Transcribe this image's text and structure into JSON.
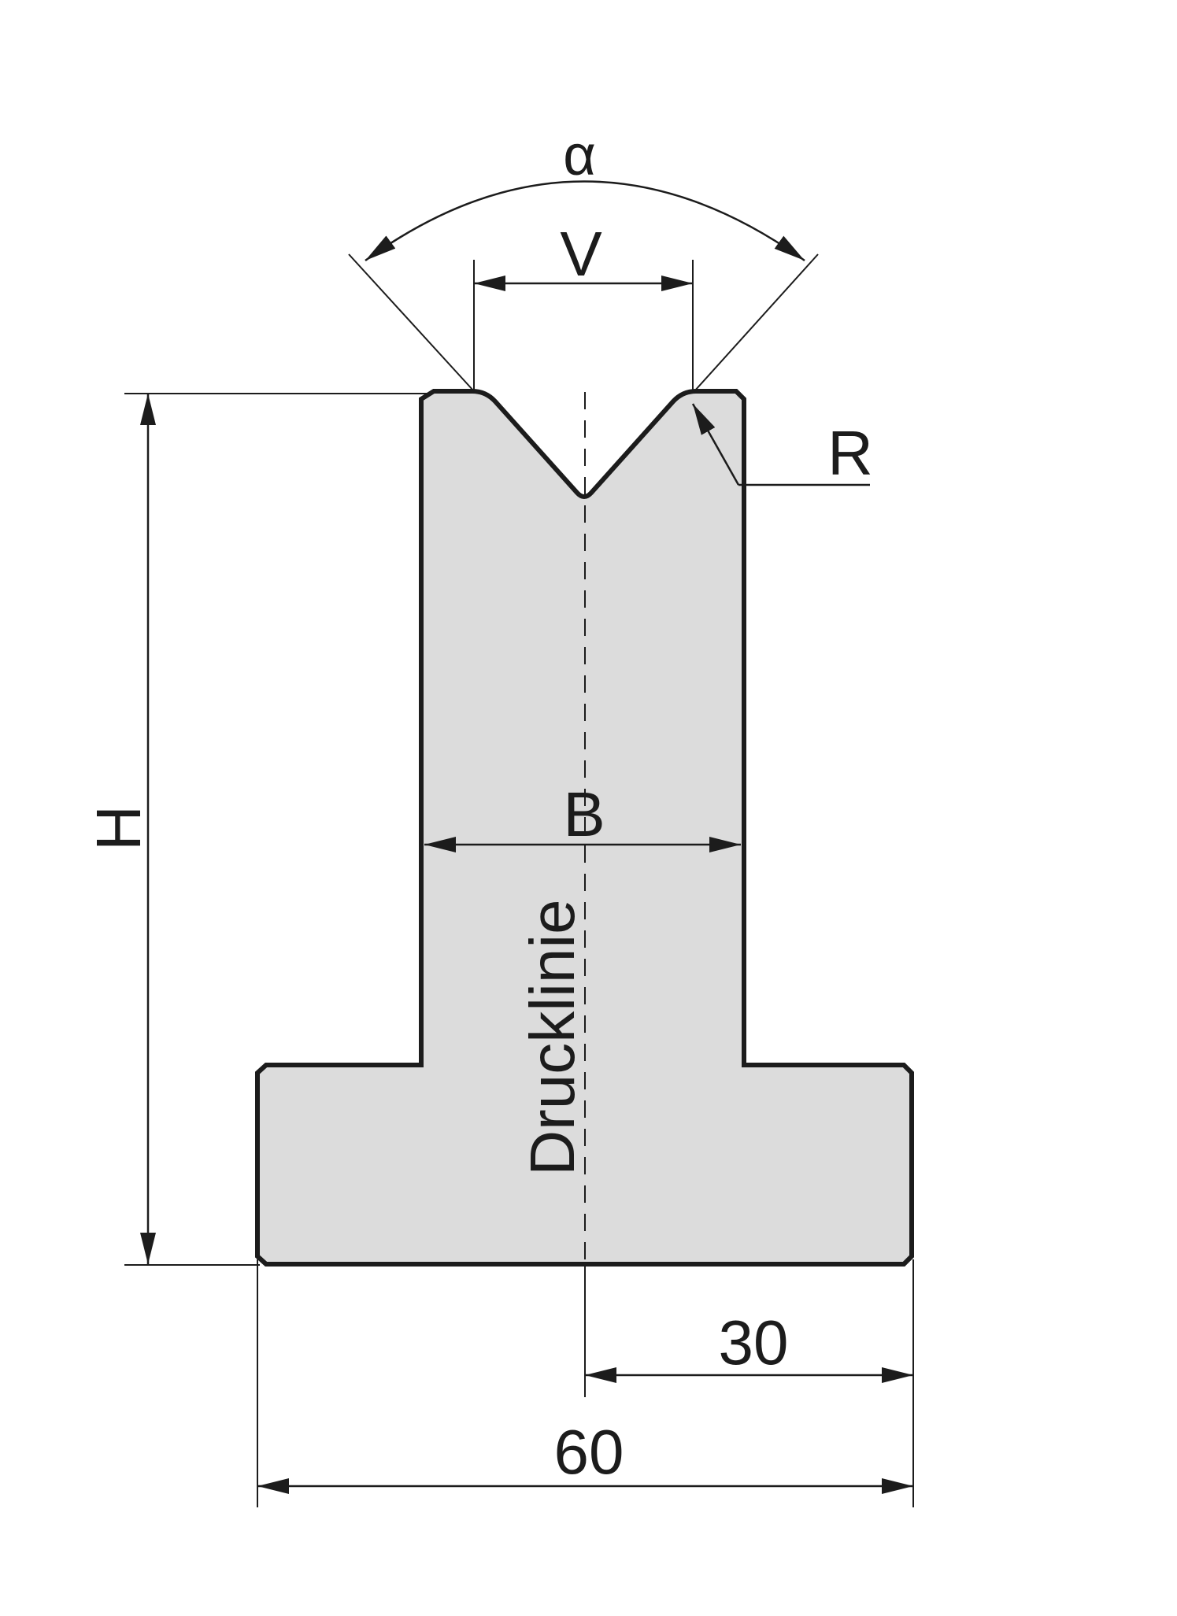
{
  "labels": {
    "alpha": "α",
    "v": "V",
    "r": "R",
    "h": "H",
    "b": "B",
    "pressure_line": "Drucklinie",
    "half_width": "30",
    "width": "60"
  },
  "colors": {
    "fill": "#dcdcdc",
    "stroke": "#1c1c1c",
    "background": "#ffffff"
  }
}
